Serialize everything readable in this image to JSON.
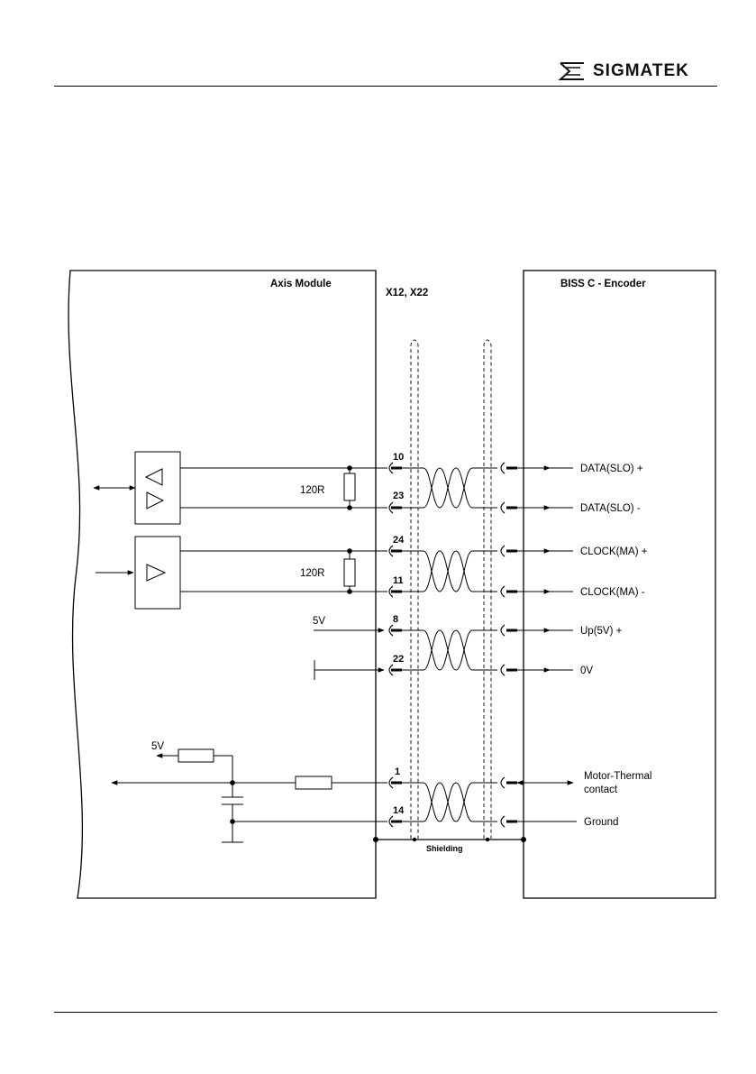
{
  "header": {
    "brand": "SIGMATEK"
  },
  "diagram": {
    "left_box_title": "Axis Module",
    "connector_label": "X12, X22",
    "right_box_title": "BISS C - Encoder",
    "resistor_label_1": "120R",
    "resistor_label_2": "120R",
    "supply_5v_label": "5V",
    "thermal_5v_label": "5V",
    "shielding_label": "Shielding",
    "pins": [
      "10",
      "23",
      "24",
      "11",
      "8",
      "22",
      "1",
      "14"
    ],
    "signals": [
      "DATA(SLO) +",
      "DATA(SLO) -",
      "CLOCK(MA) +",
      "CLOCK(MA) -",
      "Up(5V) +",
      "0V",
      "Motor-Thermal",
      "contact",
      "Ground"
    ]
  }
}
